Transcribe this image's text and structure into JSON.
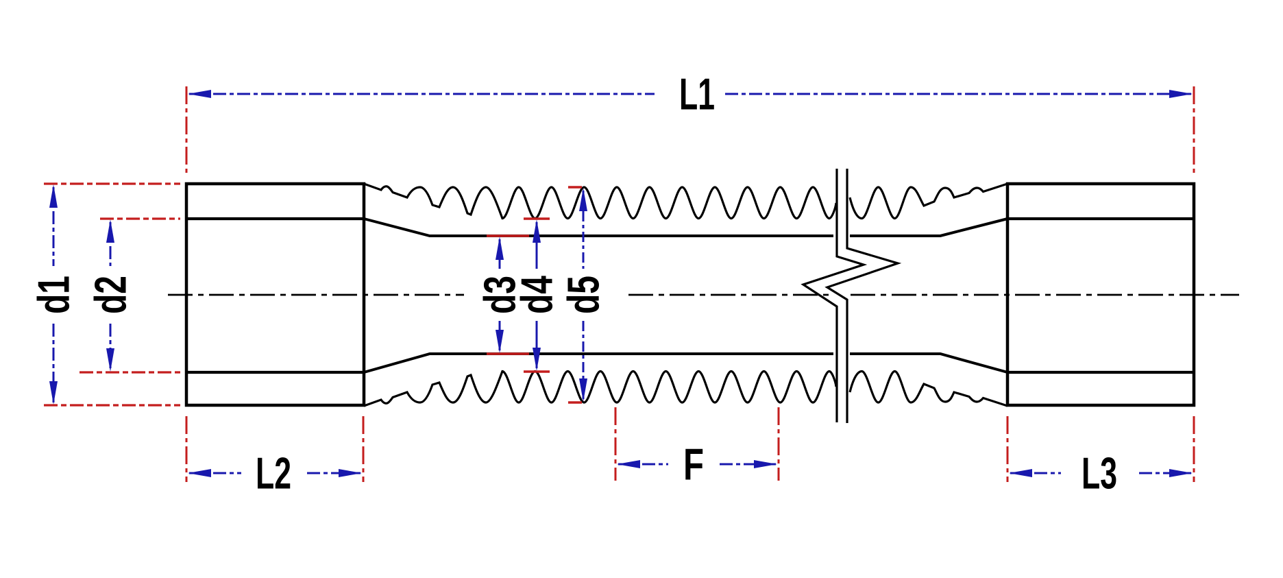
{
  "drawing": {
    "kind": "technical dimension drawing of a corrugated hose with smooth end cuffs"
  },
  "dimensions": {
    "horizontal": [
      {
        "label": "L1"
      },
      {
        "label": "L2"
      },
      {
        "label": "F"
      },
      {
        "label": "L3"
      }
    ],
    "vertical": [
      {
        "label": "d1"
      },
      {
        "label": "d2"
      },
      {
        "label": "d3"
      },
      {
        "label": "d4"
      },
      {
        "label": "d5"
      }
    ]
  },
  "colors": {
    "background": "#ffffff",
    "outline": "#000000",
    "centerline": "#000000",
    "dimension_line": "#1818ad",
    "extension_line": "#c41e1e",
    "label_text": "#000000"
  }
}
